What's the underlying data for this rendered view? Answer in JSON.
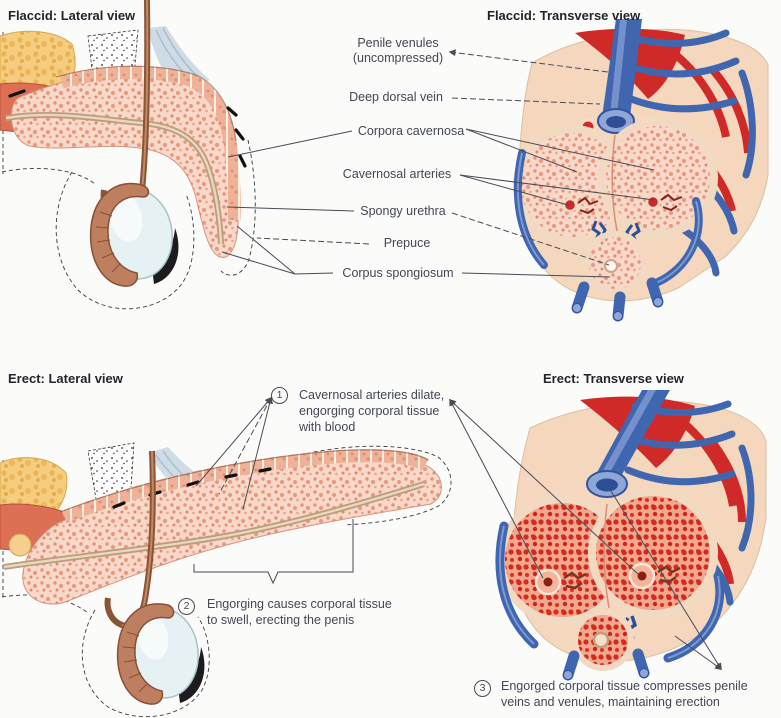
{
  "figure": {
    "description": "Anatomy diagram comparing flaccid and erect penile states in lateral and transverse views"
  },
  "panels": {
    "flaccid_lateral": {
      "title": "Flaccid: Lateral view"
    },
    "flaccid_transverse": {
      "title": "Flaccid: Transverse view"
    },
    "erect_lateral": {
      "title": "Erect: Lateral view"
    },
    "erect_transverse": {
      "title": "Erect: Transverse view"
    }
  },
  "labels": {
    "penile_venules": "Penile venules\n(uncompressed)",
    "deep_dorsal_vein": "Deep dorsal vein",
    "corpora_cavernosa": "Corpora cavernosa",
    "cavernosal_arteries": "Cavernosal arteries",
    "spongy_urethra": "Spongy urethra",
    "prepuce": "Prepuce",
    "corpus_spongiosum": "Corpus spongiosum"
  },
  "annotations": [
    {
      "number": "1",
      "text": "Cavernosal arteries dilate,\nengorging corporal tissue\nwith blood"
    },
    {
      "number": "2",
      "text": "Engorging causes corporal tissue\nto swell, erecting the penis"
    },
    {
      "number": "3",
      "text": "Engorged corporal tissue compresses penile\nveins and venules, maintaining erection"
    }
  ],
  "colors": {
    "background": "#fbfbfa",
    "title_text": "#24242c",
    "label_text": "#434756",
    "leader_line": "#4a4b55",
    "vein_blue": "#3f66ae",
    "vein_blue_light": "#7e99d4",
    "artery_red": "#cf2a28",
    "skin_tan": "#f4d7bd",
    "tissue_pink": "#f7d8c9",
    "tissue_speckle": "#e5947c",
    "engorged_red": "#d32b1e",
    "fat_yellow": "#f5cd7e",
    "muscle_red": "#dd6f55",
    "epididymis_brown": "#bd7f5f",
    "ductus_brown": "#8a5436",
    "urethra_tan": "#bd9c7c",
    "ligament_blue": "#cfdbe5"
  }
}
